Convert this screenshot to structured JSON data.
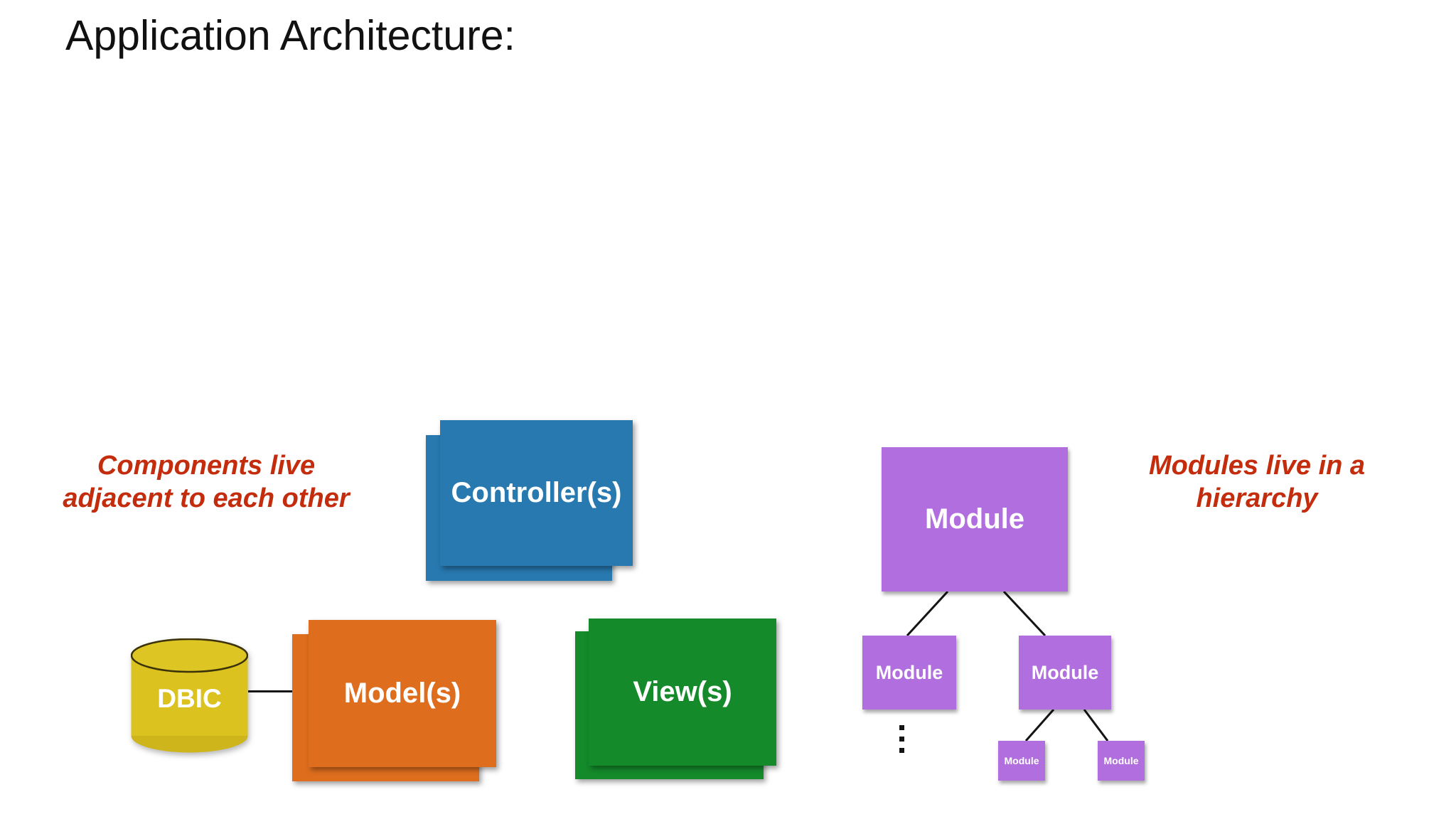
{
  "title": "Application Architecture:",
  "colors": {
    "background": "#ffffff",
    "title_black": "#111111",
    "annotation_red": "#c32d0d",
    "controller_blue": "#2779b0",
    "model_orange": "#de6e1e",
    "view_green": "#148a2b",
    "module_purple": "#b16ede",
    "dbic_yellow": "#dcc21f",
    "dbic_yellow_top": "#ddc524",
    "dbic_yellow_bottom": "#cfb51c",
    "dbic_outline": "#3b320a",
    "line_black": "#141414",
    "label_white": "#ffffff"
  },
  "annotations": {
    "left_line1": "Components live",
    "left_line2": "adjacent to each other",
    "right_line1": "Modules live in a",
    "right_line2": "hierarchy"
  },
  "components": {
    "controller": "Controller(s)",
    "model": "Model(s)",
    "view": "View(s)",
    "dbic": "DBIC"
  },
  "hierarchy": {
    "root": "Module",
    "child_left": "Module",
    "child_right": "Module",
    "grandchild_left": "Module",
    "grandchild_right": "Module"
  },
  "icons": {
    "more_modules": "vertical-ellipsis"
  }
}
